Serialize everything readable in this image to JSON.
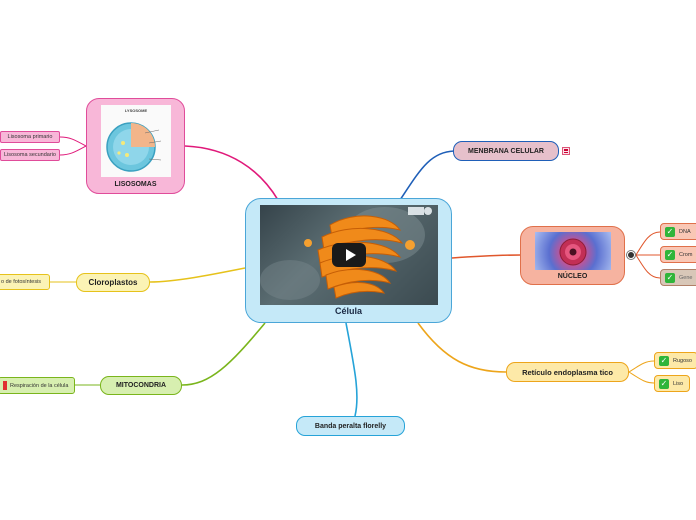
{
  "central": {
    "title": "Célula"
  },
  "branches": {
    "lisosomas": {
      "label": "LISOSOMAS",
      "image_title": "LYSOSOME"
    },
    "lisosoma_primario": {
      "label": "Lisosoma primario"
    },
    "lisosoma_secundario": {
      "label": "Lisosoma secundario"
    },
    "membrana": {
      "label": "MENBRANA CELULAR"
    },
    "nucleo": {
      "label": "NÚCLEO"
    },
    "dna": {
      "label": "DNA"
    },
    "cromo": {
      "label": "Crom"
    },
    "genes": {
      "label": "Gene"
    },
    "cloroplastos": {
      "label": "Cloroplastos"
    },
    "fotosintesis": {
      "label": "o de fotosíntesis"
    },
    "mitocondria": {
      "label": "MITOCONDRIA"
    },
    "respiracion": {
      "label": "Respiración de la célula"
    },
    "reticulo": {
      "label": "Retículo endoplasma tico"
    },
    "rugoso": {
      "label": "Rugoso"
    },
    "liso": {
      "label": "Liso"
    },
    "banda": {
      "label": "Banda peralta florelly"
    }
  },
  "colors": {
    "pink": "#e0197a",
    "blue": "#1f5fb8",
    "orange_red": "#e0572c",
    "yellow": "#e6c21b",
    "green": "#7ab51c",
    "orange": "#eda51b",
    "sky": "#26a3d8"
  }
}
